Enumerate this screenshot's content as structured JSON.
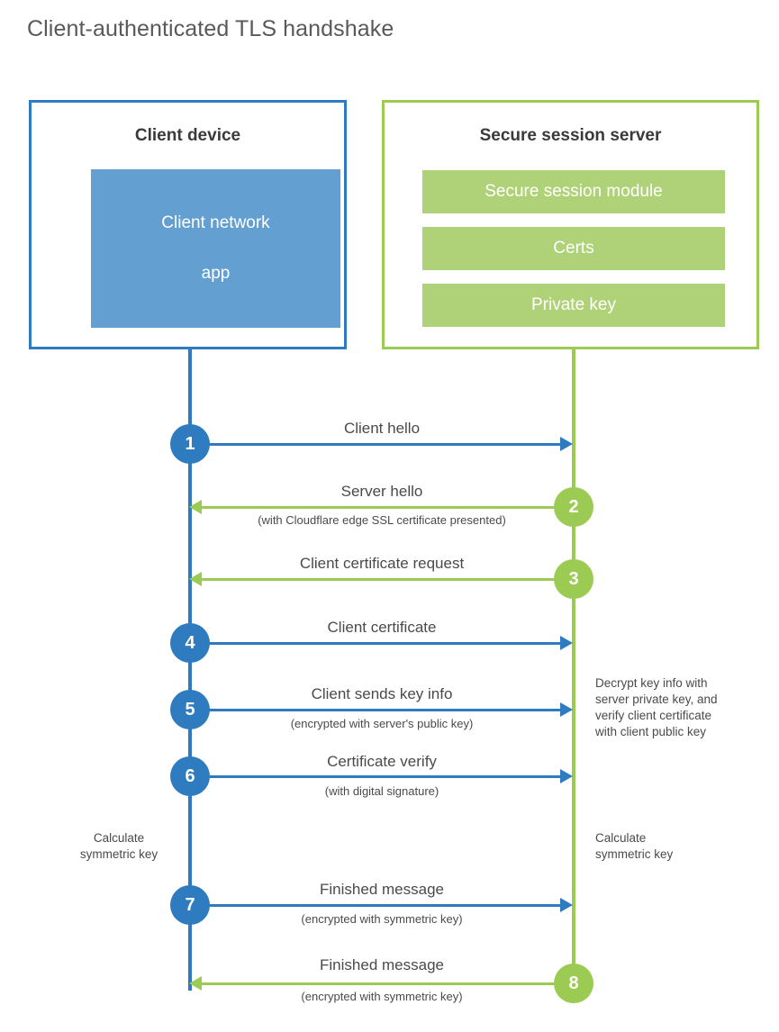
{
  "title": "Client-authenticated TLS handshake",
  "client": {
    "title": "Client device",
    "app_label_line1": "Client network",
    "app_label_line2": "app"
  },
  "server": {
    "title": "Secure session server",
    "components": [
      "Secure session module",
      "Certs",
      "Private key"
    ]
  },
  "steps": [
    {
      "number": "1",
      "label": "Client hello",
      "sublabel": "",
      "direction": "client-to-server",
      "color": "blue"
    },
    {
      "number": "2",
      "label": "Server hello",
      "sublabel": "(with Cloudflare edge SSL certificate presented)",
      "direction": "server-to-client",
      "color": "green"
    },
    {
      "number": "3",
      "label": "Client certificate request",
      "sublabel": "",
      "direction": "server-to-client",
      "color": "green"
    },
    {
      "number": "4",
      "label": "Client certificate",
      "sublabel": "",
      "direction": "client-to-server",
      "color": "blue"
    },
    {
      "number": "5",
      "label": "Client sends key info",
      "sublabel": "(encrypted with server's public key)",
      "direction": "client-to-server",
      "color": "blue"
    },
    {
      "number": "6",
      "label": "Certificate verify",
      "sublabel": "(with digital signature)",
      "direction": "client-to-server",
      "color": "blue"
    },
    {
      "number": "7",
      "label": "Finished message",
      "sublabel": "(encrypted with symmetric key)",
      "direction": "client-to-server",
      "color": "blue"
    },
    {
      "number": "8",
      "label": "Finished message",
      "sublabel": "(encrypted with symmetric key)",
      "direction": "server-to-client",
      "color": "green"
    }
  ],
  "notes": {
    "server_decrypt": "Decrypt key info with\nserver private key, and\nverify client certificate\nwith client public key",
    "client_calculate": "Calculate\nsymmetric key",
    "server_calculate": "Calculate\nsymmetric key"
  },
  "colors": {
    "blue": "#2E7CBF",
    "blue_fill": "#649FD2",
    "green": "#9CCB53",
    "green_fill": "#AFD278",
    "text": "#4A4A4A",
    "title_text": "#595959"
  }
}
